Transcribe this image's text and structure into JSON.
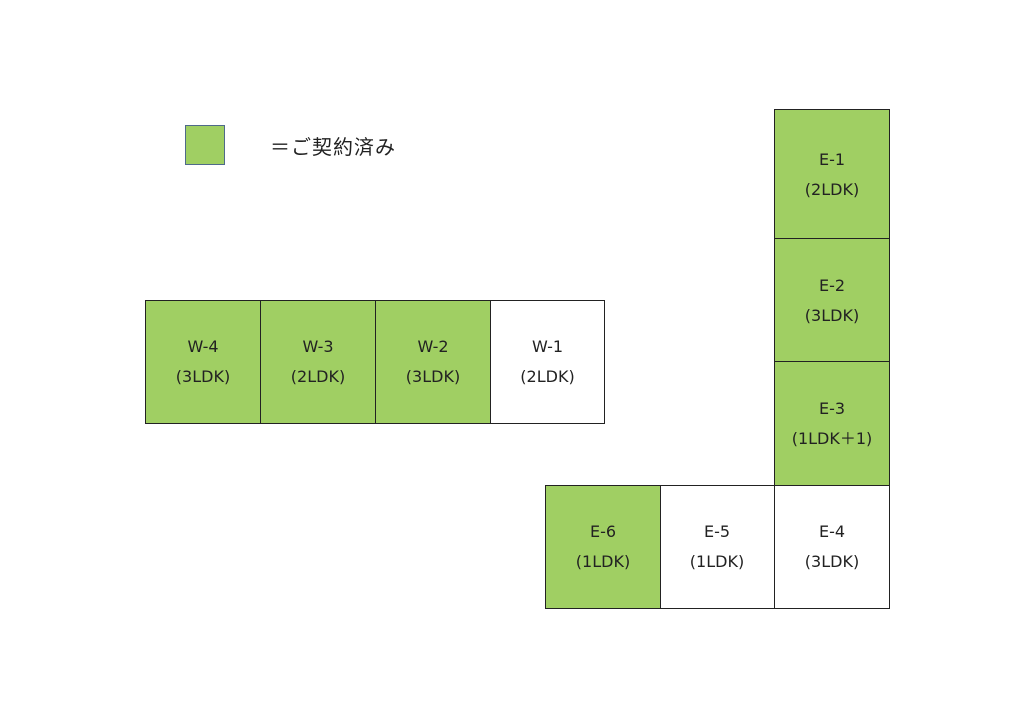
{
  "legend": {
    "label": "＝ご契約済み",
    "color": "#a0cf63"
  },
  "units": {
    "w4": {
      "id": "W-4",
      "type": "(3LDK)",
      "contracted": true
    },
    "w3": {
      "id": "W-3",
      "type": "(2LDK)",
      "contracted": true
    },
    "w2": {
      "id": "W-2",
      "type": "(3LDK)",
      "contracted": true
    },
    "w1": {
      "id": "W-1",
      "type": "(2LDK)",
      "contracted": false
    },
    "e1": {
      "id": "E-1",
      "type": "(2LDK)",
      "contracted": true
    },
    "e2": {
      "id": "E-2",
      "type": "(3LDK)",
      "contracted": true
    },
    "e3": {
      "id": "E-3",
      "type": "(1LDK＋1)",
      "contracted": true
    },
    "e4": {
      "id": "E-4",
      "type": "(3LDK)",
      "contracted": false
    },
    "e5": {
      "id": "E-5",
      "type": "(1LDK)",
      "contracted": false
    },
    "e6": {
      "id": "E-6",
      "type": "(1LDK)",
      "contracted": true
    }
  }
}
